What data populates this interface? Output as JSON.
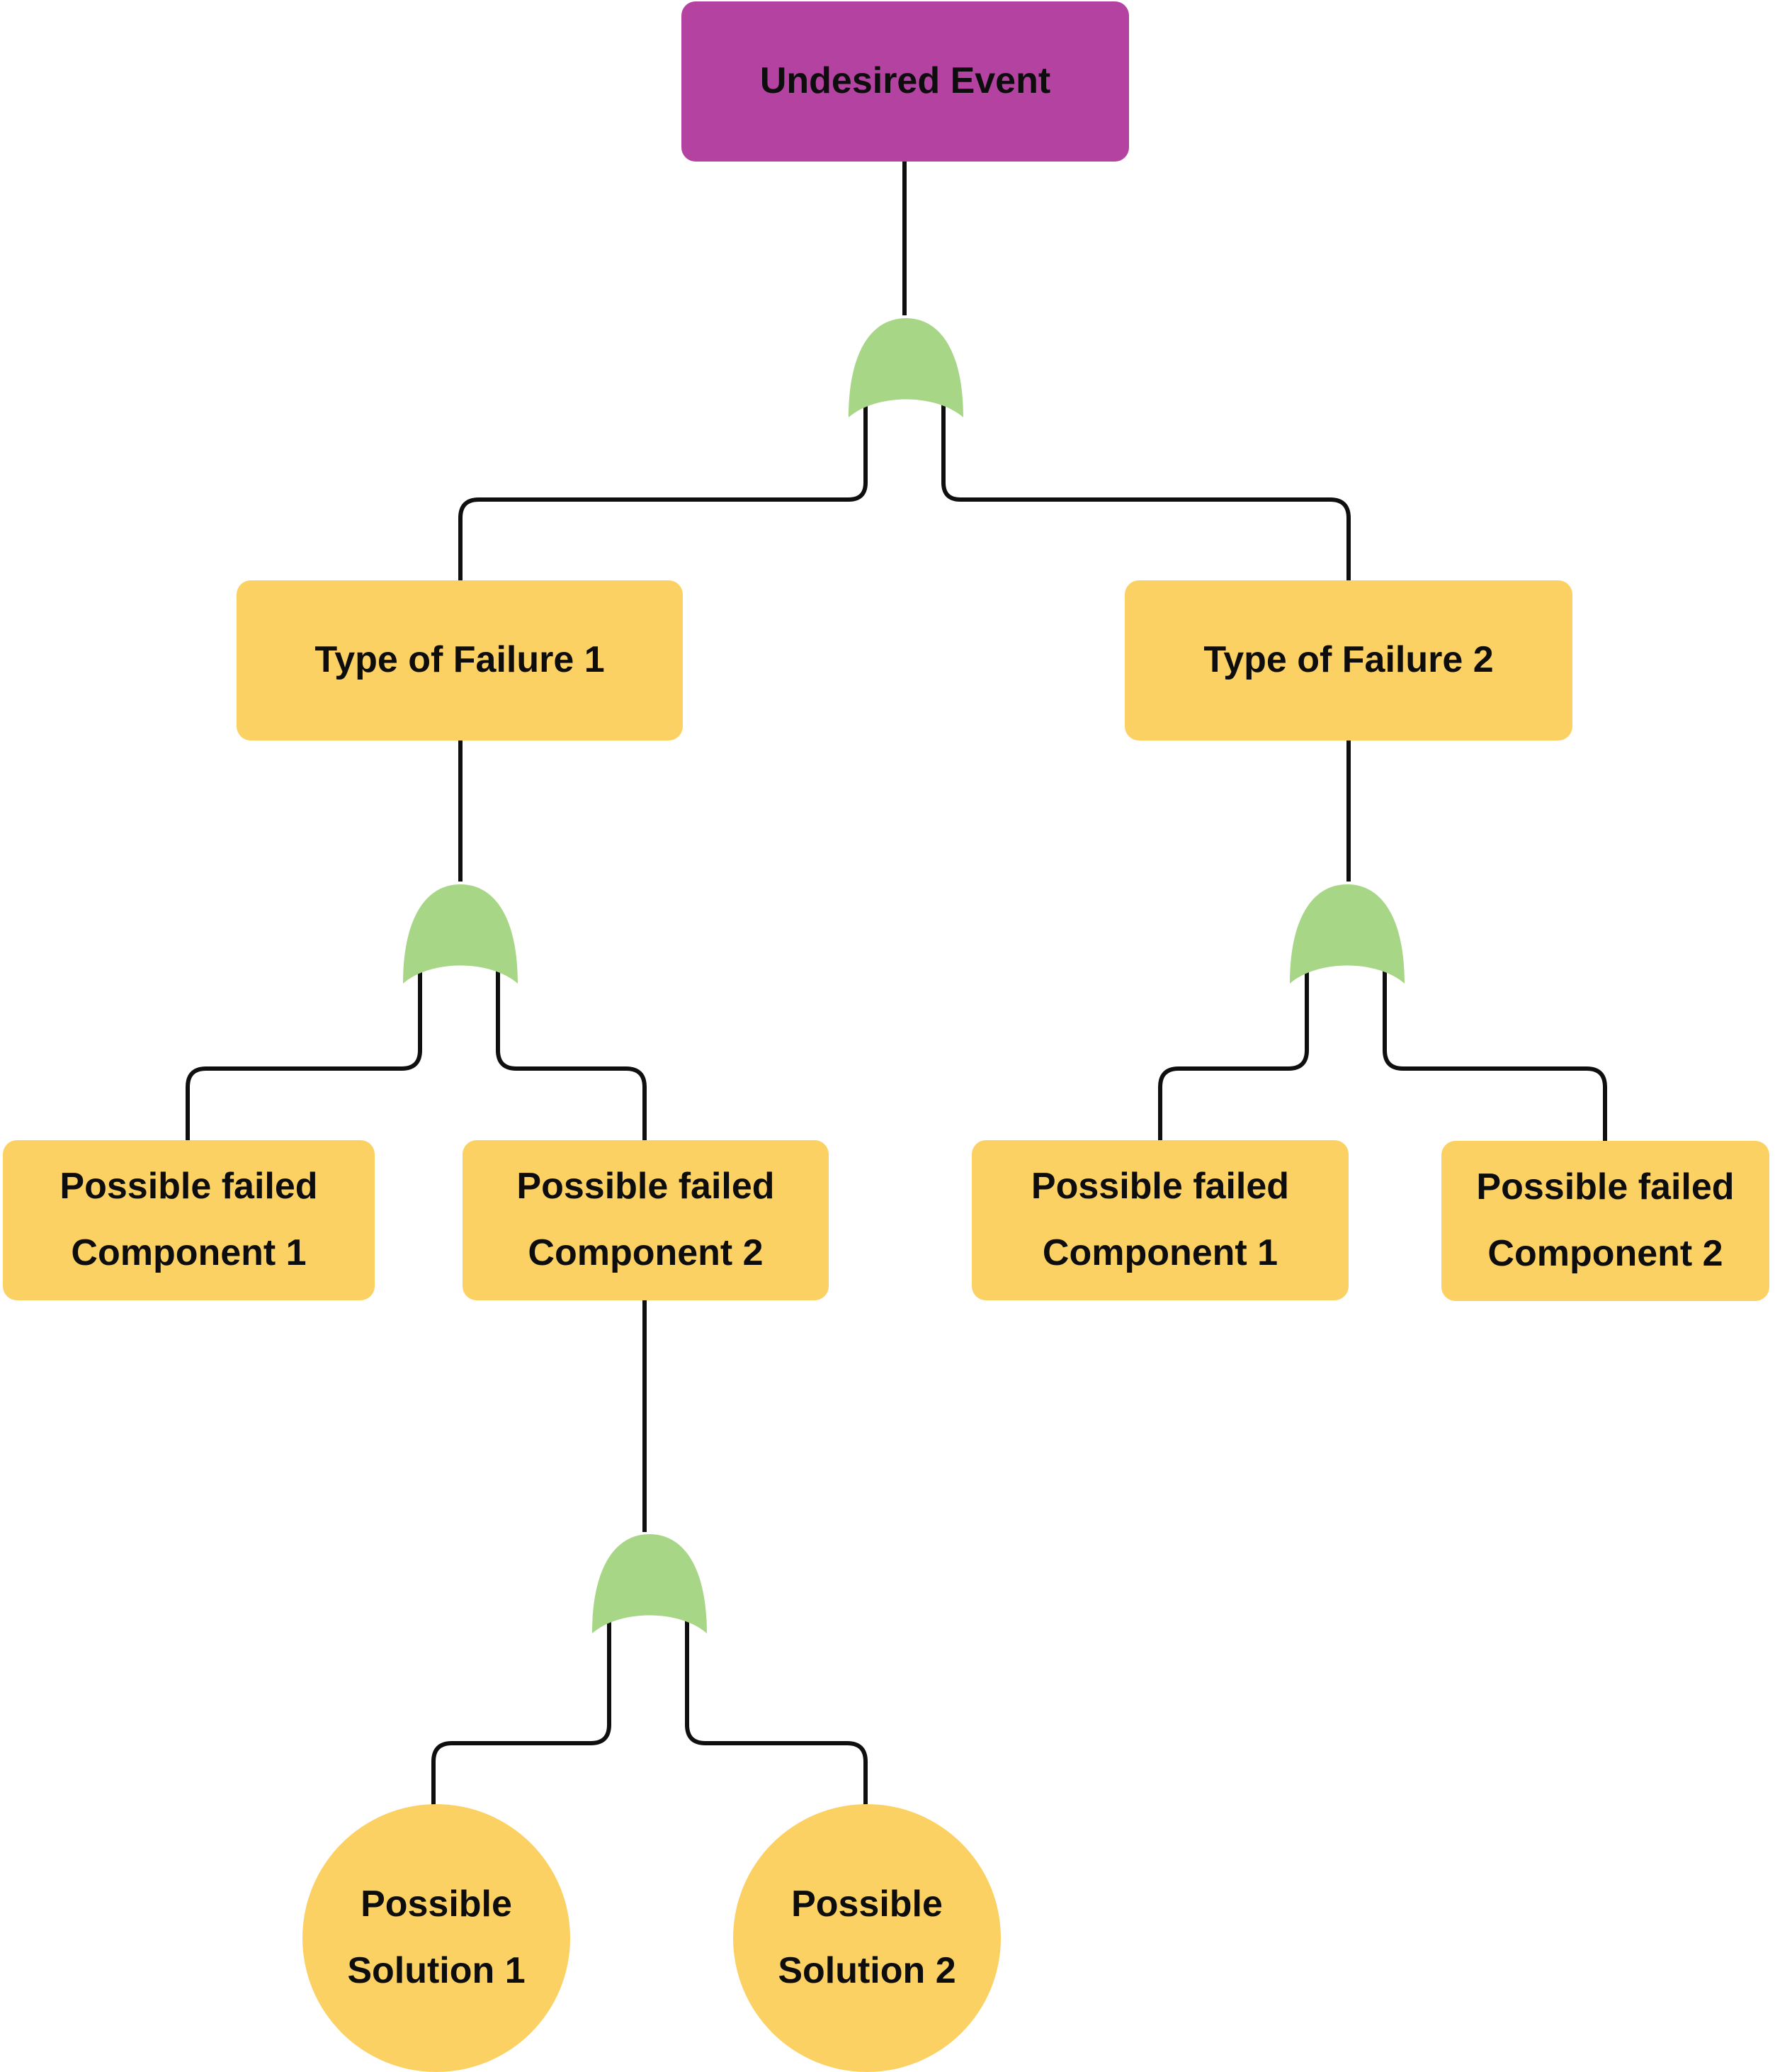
{
  "diagram": {
    "type": "fault-tree",
    "colors": {
      "event": "#B442A1",
      "node": "#FCD163",
      "gate": "#A8D687",
      "line": "#0F0F0F",
      "text": "#0D0D0D"
    },
    "gate_symbol": {
      "name": "or-gate",
      "count": 4,
      "color": "#A8D687"
    },
    "nodes": {
      "undesired_event": {
        "label": "Undesired Event"
      },
      "failure1": {
        "label": "Type of Failure 1"
      },
      "failure2": {
        "label": "Type of Failure 2"
      },
      "failure1_component1": {
        "line1": "Possible failed",
        "line2": "Component 1"
      },
      "failure1_component2": {
        "line1": "Possible failed",
        "line2": "Component 2"
      },
      "failure2_component1": {
        "line1": "Possible failed",
        "line2": "Component 1"
      },
      "failure2_component2": {
        "line1": "Possible failed",
        "line2": "Component 2"
      },
      "solution1": {
        "line1": "Possible",
        "line2": "Solution 1"
      },
      "solution2": {
        "line1": "Possible",
        "line2": "Solution 2"
      }
    }
  }
}
